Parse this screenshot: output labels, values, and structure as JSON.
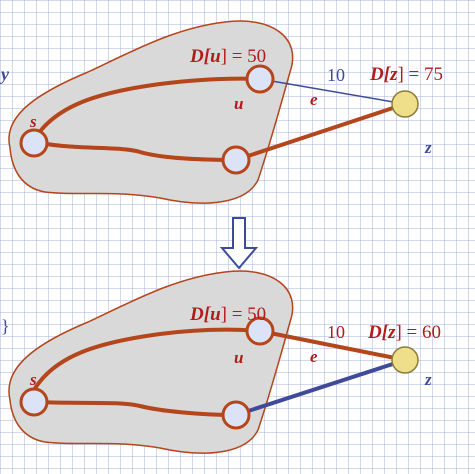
{
  "colors": {
    "region_fill": "#d9d9d9",
    "region_stroke": "#b5451b",
    "path_red": "#b5451b",
    "edge_blue": "#3f4a9a",
    "node_fill": "#dde3f7",
    "target_node_fill": "#f0df8a",
    "label_red": "#b31b1b"
  },
  "top": {
    "du_label_prefix": "D[",
    "du_var": "u",
    "du_label_suffix": "] = 50",
    "dz_label_prefix": "D[",
    "dz_var": "z",
    "dz_label_suffix": "] = 75",
    "edge_weight": "10",
    "edge_name": "e",
    "node_s": "s",
    "node_u": "u",
    "node_z": "z"
  },
  "bottom": {
    "du_label_prefix": "D[",
    "du_var": "u",
    "du_label_suffix": "] = 50",
    "dz_label_prefix": "D[",
    "dz_var": "z",
    "dz_label_suffix": "] = 60",
    "edge_weight": "10",
    "edge_name": "e",
    "node_s": "s",
    "node_u": "u",
    "node_z": "z"
  },
  "left_fragments": {
    "top": "y",
    "bottom": "}"
  },
  "arrow": "down-arrow-icon"
}
